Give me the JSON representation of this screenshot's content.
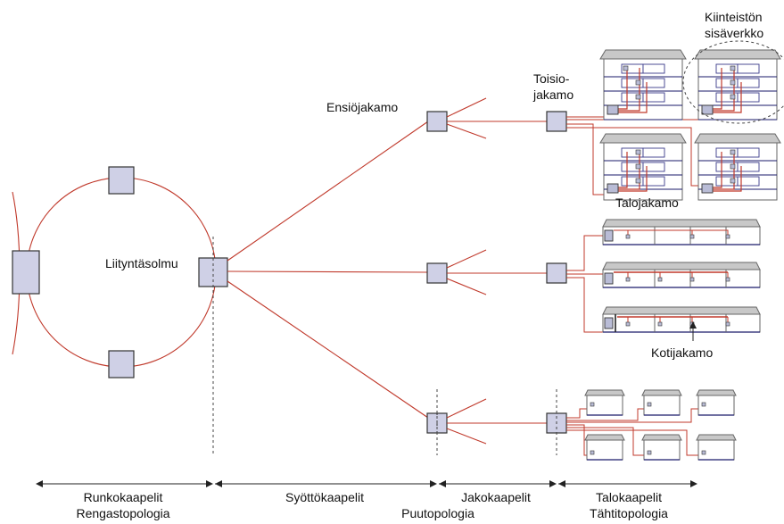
{
  "labels": {
    "liityntasolmu": "Liityntäsolmu",
    "ensiojakamo": "Ensiöjakamo",
    "toisio_1": "Toisio-",
    "toisio_2": "jakamo",
    "kiinteiston_1": "Kiinteistön",
    "kiinteiston_2": "sisäverkko",
    "talojakamo": "Talojakamo",
    "kotijakamo": "Kotijakamo"
  },
  "segments": [
    {
      "cable": "Runkokaapelit",
      "topology": "Rengastopologia"
    },
    {
      "cable": "Syöttökaapelit",
      "topology": ""
    },
    {
      "cable": "Jakokaapelit",
      "topology": "Puutopologia"
    },
    {
      "cable": "Talokaapelit",
      "topology": "Tähtitopologia"
    }
  ],
  "colors": {
    "cable": "#c0392b",
    "node_fill": "#cfd0e6",
    "roof": "#c8c8c8",
    "floor_line": "#1a1a6a"
  }
}
